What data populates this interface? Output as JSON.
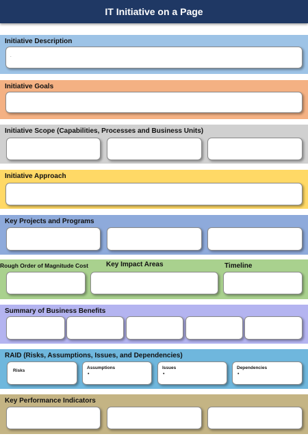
{
  "title": "IT Initiative on a Page",
  "sections": {
    "description": {
      "title": "Initiative Description",
      "color": "#9dc3e6"
    },
    "goals": {
      "title": "Initiative Goals",
      "color": "#f4b183"
    },
    "scope": {
      "title": "Initiative Scope (Capabilities, Processes and Business Units)",
      "color": "#d0d0d0"
    },
    "approach": {
      "title": "Initiative Approach",
      "color": "#ffd966"
    },
    "projects": {
      "title": "Key Projects and Programs",
      "color": "#8eaadb"
    },
    "impact": {
      "title_cost": "Rough Order of Magnitude Cost",
      "title_impact": "Key Impact Areas",
      "title_timeline": "Timeline",
      "color": "#a9d18e"
    },
    "benefits": {
      "title": "Summary of Business Benefits",
      "color": "#b4b4f0"
    },
    "raid": {
      "title": "RAID (Risks, Assumptions, Issues, and Dependencies)",
      "color": "#6fb7dd",
      "boxes": [
        "Risks",
        "Assumptions",
        "Issues",
        "Dependencies"
      ],
      "bullet": "•"
    },
    "kpi": {
      "title": "Key Performance Indicators",
      "color": "#c4b484"
    }
  }
}
